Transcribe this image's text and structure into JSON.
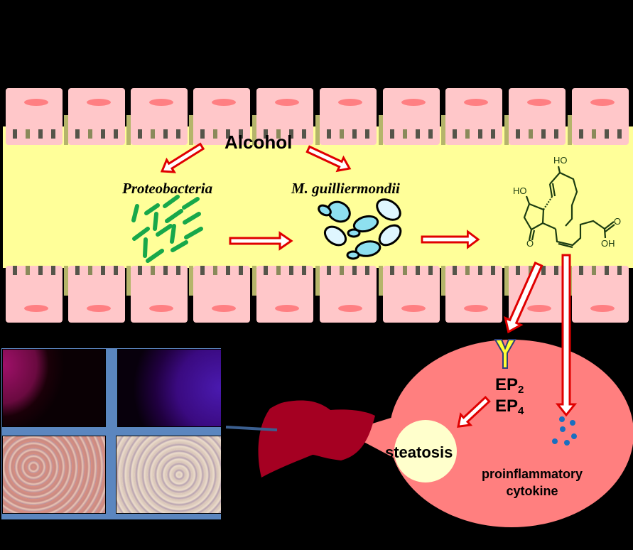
{
  "diagram": {
    "title_label": "Alcohol",
    "organisms": [
      {
        "name": "Proteobacteria",
        "shape": "rod-bacteria"
      },
      {
        "name": "M. guilliermondii",
        "shape": "yeast-cells"
      }
    ],
    "metabolite": {
      "name": "prostaglandin-E2-structure",
      "atom_labels": [
        "HO",
        "HO",
        "O",
        "O",
        "OH"
      ]
    },
    "receptors": {
      "icon": "receptor-y-icon",
      "label1": "EP",
      "sub1": "2",
      "label2": "EP",
      "sub2": "4"
    },
    "outcomes": {
      "steatosis": "steatosis",
      "cytokine_line1": "proinflammatory",
      "cytokine_line2": "cytokine"
    },
    "micrographs": [
      {
        "name": "fluorescence-panel-left",
        "stain": "immunofluorescence"
      },
      {
        "name": "fluorescence-panel-right",
        "stain": "immunofluorescence"
      },
      {
        "name": "histology-panel-left",
        "stain": "H&E"
      },
      {
        "name": "histology-panel-right",
        "stain": "H&E"
      }
    ],
    "colors": {
      "lumen": "#ffff99",
      "epithelial_cell": "#ffc7c9",
      "nucleus": "#ff7f82",
      "arrow_outline": "#e00000",
      "bacteria": "#17a84a",
      "yeast": "#8ee0f0",
      "liver": "#a50022",
      "liver_callout": "#ff7f7f",
      "steatosis_droplet": "#ffffcc",
      "cytokine_dot": "#1a6fc0",
      "receptor": "#ffff33",
      "panel_frame": "#5b86bf"
    }
  }
}
